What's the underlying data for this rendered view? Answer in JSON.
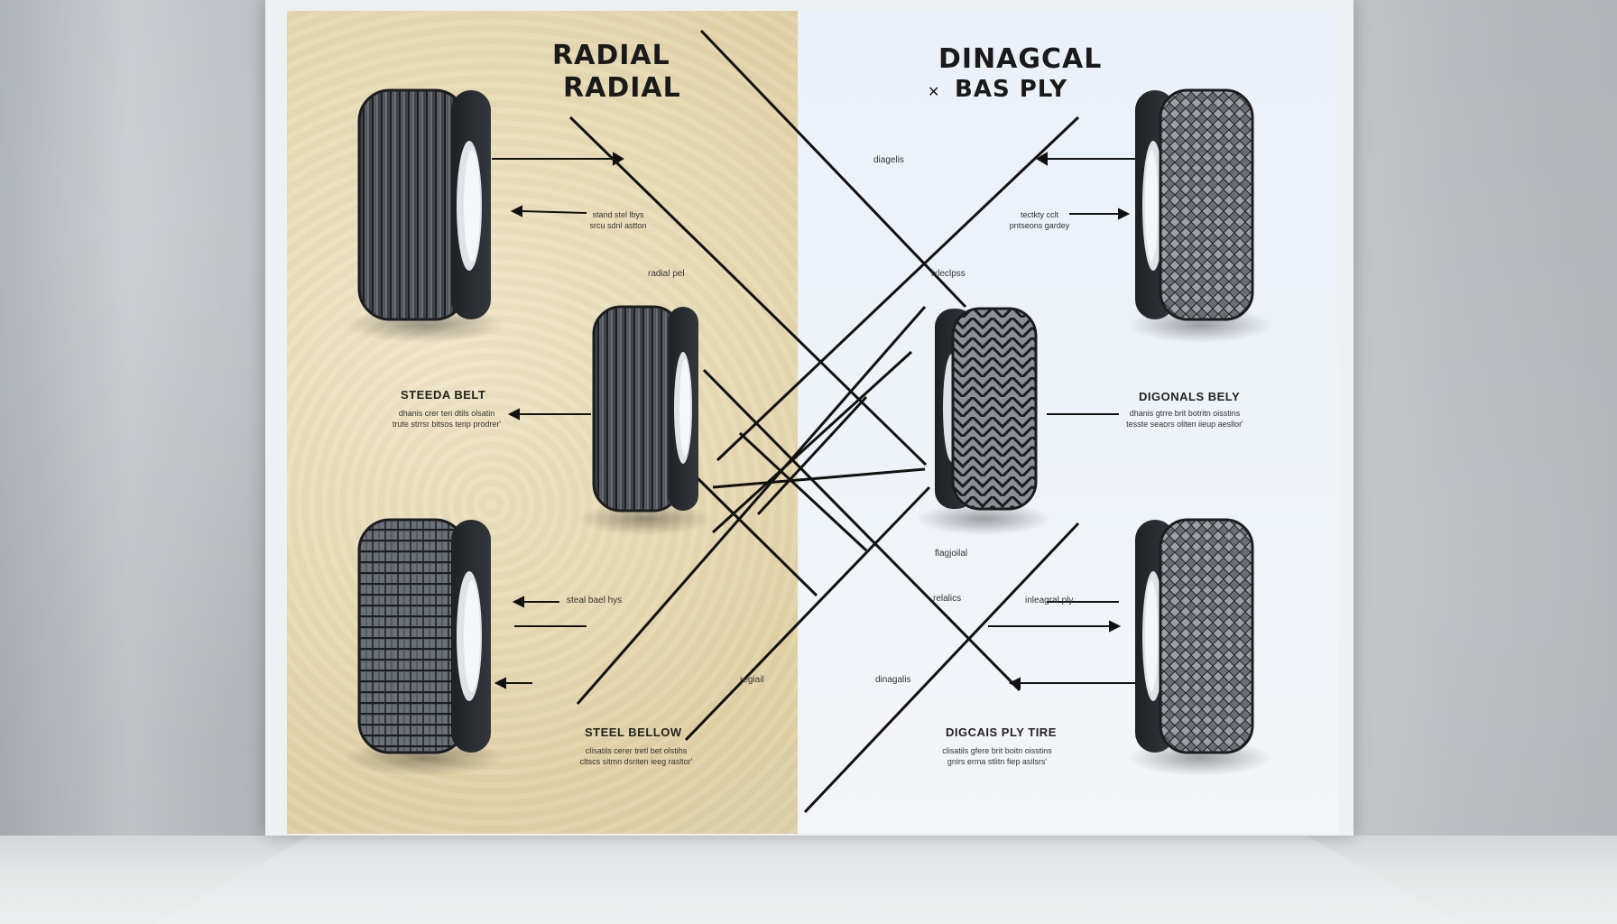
{
  "titles": {
    "left_line1": "RADIAL",
    "left_line2": "RADIAL",
    "right_line1": "DINAGCAL",
    "right_symbol": "✕",
    "right_line2": "BAS PLY"
  },
  "left_labels": {
    "top_note_line1": "stand stel lbys",
    "top_note_line2": "srcu sdnl astton",
    "mid_tag": "radial pel",
    "steel_belt_heading": "STEEDA BELT",
    "steel_belt_line1": "dhanis crer teri dtils olsatin",
    "steel_belt_line2": "trute strrsr bitsos tenp prodrer'",
    "lower_tag": "steal bael hys",
    "lower_mid_tag": "regiail",
    "steel_bellow_heading": "STEEL BELLOW",
    "steel_bellow_line1": "clisatils cerer tretl bet olstihs",
    "steel_bellow_line2": "cltscs sitmn dsriten ieeg rasltor'"
  },
  "right_labels": {
    "top_tag": "diagelis",
    "top_note_line1": "tectkty cclt",
    "top_note_line2": "pntseons gardey",
    "mid_tag": "ixleclpss",
    "belly_heading": "DIGONALS BELY",
    "belly_line1": "dhanis gtrre brit botritn oisstins",
    "belly_line2": "tesste seaors oliten iieup aesllor'",
    "fragment_tag": "flagjoilal",
    "relalics_tag": "relalics",
    "ply_tag": "inleagral ply",
    "bottom_tag": "dinagalis",
    "tire_heading": "DIGCAIS PLY TIRE",
    "tire_line1": "clisatils gfere brit boitn oisstins",
    "tire_line2": "gnirs erma stlitn fiep asilsrs'"
  },
  "colors": {
    "panel_left": "#e6d8ae",
    "panel_right": "#edf2f8",
    "line": "#111111",
    "tire_rubber": "#2c2f33"
  }
}
